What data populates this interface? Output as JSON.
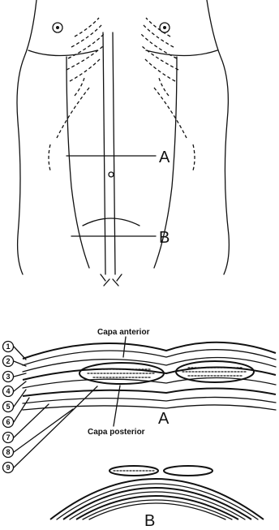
{
  "labels": {
    "section_a_top": "A",
    "section_b_top": "B",
    "capa_anterior": "Capa anterior",
    "capa_posterior": "Capa posterior",
    "section_a_detail": "A",
    "section_b_detail": "B"
  },
  "layers": [
    "1",
    "2",
    "3",
    "4",
    "5",
    "6",
    "7",
    "8",
    "9"
  ]
}
